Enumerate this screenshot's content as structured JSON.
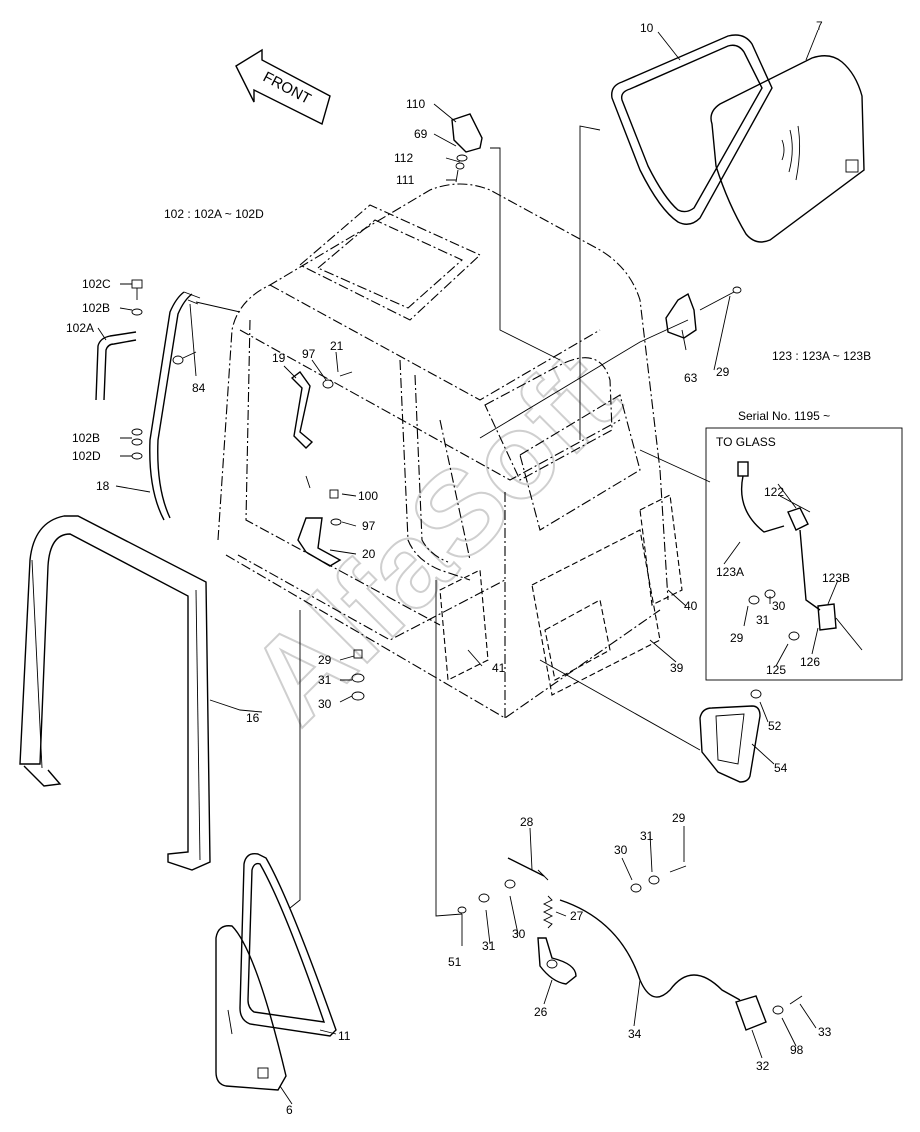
{
  "notes": {
    "range_102": "102 : 102A ~ 102D",
    "range_123": "123 : 123A ~ 123B",
    "serial": "Serial No. 1195 ~",
    "to_glass": "TO GLASS",
    "front_arrow": "FRONT"
  },
  "watermark": "AlfaSoft",
  "labels": [
    {
      "id": "10",
      "text": "10"
    },
    {
      "id": "7",
      "text": "7"
    },
    {
      "id": "110",
      "text": "110"
    },
    {
      "id": "69",
      "text": "69"
    },
    {
      "id": "112",
      "text": "112"
    },
    {
      "id": "111",
      "text": "111"
    },
    {
      "id": "102C",
      "text": "102C"
    },
    {
      "id": "102B_top",
      "text": "102B"
    },
    {
      "id": "102A",
      "text": "102A"
    },
    {
      "id": "84",
      "text": "84"
    },
    {
      "id": "102B_bot",
      "text": "102B"
    },
    {
      "id": "102D",
      "text": "102D"
    },
    {
      "id": "18",
      "text": "18"
    },
    {
      "id": "19",
      "text": "19"
    },
    {
      "id": "97_top",
      "text": "97"
    },
    {
      "id": "21",
      "text": "21"
    },
    {
      "id": "63",
      "text": "63"
    },
    {
      "id": "29_top",
      "text": "29"
    },
    {
      "id": "100",
      "text": "100"
    },
    {
      "id": "97_mid",
      "text": "97"
    },
    {
      "id": "20",
      "text": "20"
    },
    {
      "id": "122",
      "text": "122"
    },
    {
      "id": "123A",
      "text": "123A"
    },
    {
      "id": "123B",
      "text": "123B"
    },
    {
      "id": "30_ser",
      "text": "30"
    },
    {
      "id": "31_ser",
      "text": "31"
    },
    {
      "id": "29_ser",
      "text": "29"
    },
    {
      "id": "125",
      "text": "125"
    },
    {
      "id": "126",
      "text": "126"
    },
    {
      "id": "40",
      "text": "40"
    },
    {
      "id": "39",
      "text": "39"
    },
    {
      "id": "41",
      "text": "41"
    },
    {
      "id": "29_left",
      "text": "29"
    },
    {
      "id": "31_left",
      "text": "31"
    },
    {
      "id": "30_left",
      "text": "30"
    },
    {
      "id": "16",
      "text": "16"
    },
    {
      "id": "52",
      "text": "52"
    },
    {
      "id": "54",
      "text": "54"
    },
    {
      "id": "28",
      "text": "28"
    },
    {
      "id": "29_bot",
      "text": "29"
    },
    {
      "id": "30_bot_r",
      "text": "30"
    },
    {
      "id": "31_bot_r",
      "text": "31"
    },
    {
      "id": "27",
      "text": "27"
    },
    {
      "id": "31_bot_l",
      "text": "31"
    },
    {
      "id": "30_bot_l",
      "text": "30"
    },
    {
      "id": "51",
      "text": "51"
    },
    {
      "id": "26",
      "text": "26"
    },
    {
      "id": "34",
      "text": "34"
    },
    {
      "id": "33",
      "text": "33"
    },
    {
      "id": "98",
      "text": "98"
    },
    {
      "id": "32",
      "text": "32"
    },
    {
      "id": "11",
      "text": "11"
    },
    {
      "id": "6",
      "text": "6"
    }
  ]
}
